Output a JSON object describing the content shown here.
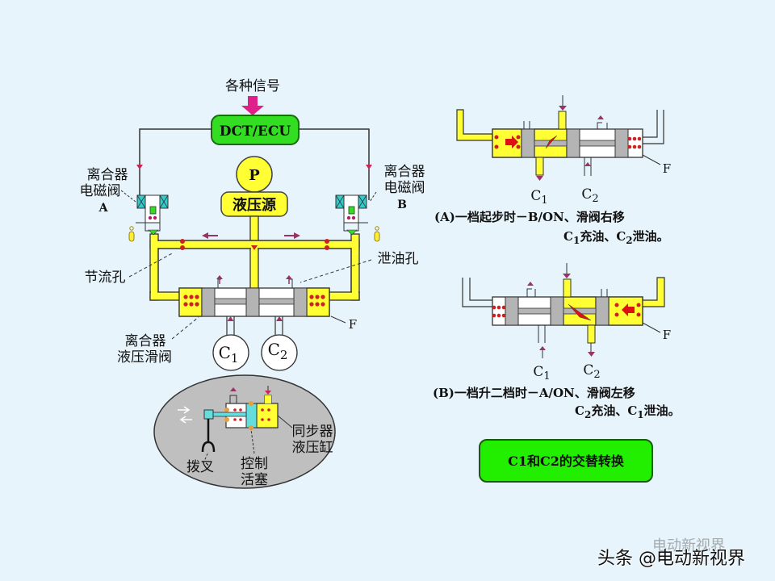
{
  "left_diagram": {
    "signals_label": "各种信号",
    "ecu_label": "DCT/ECU",
    "pump_label": "P",
    "hydraulic_source_label": "液压源",
    "solenoid_a": {
      "line1": "离合器",
      "line2": "电磁阀",
      "tag": "A"
    },
    "solenoid_b": {
      "line1": "离合器",
      "line2": "电磁阀",
      "tag": "B"
    },
    "throttle_hole_label": "节流孔",
    "drain_hole_label": "泄油孔",
    "spring_label": "F",
    "spool_valve": {
      "line1": "离合器",
      "line2": "液压滑阀"
    },
    "clutch1": {
      "base": "C",
      "sub": "1"
    },
    "clutch2": {
      "base": "C",
      "sub": "2"
    },
    "synchronizer": {
      "fork_label": "拨叉",
      "piston": {
        "line1": "控制",
        "line2": "活塞"
      },
      "cylinder": {
        "line1": "同步器",
        "line2": "液压缸"
      }
    }
  },
  "panel_a": {
    "spring_label": "F",
    "clutch1": {
      "base": "C",
      "sub": "1"
    },
    "clutch2": {
      "base": "C",
      "sub": "2"
    },
    "caption_line1": "(A)一档起步时－B/ON、滑阀右移",
    "caption_line2": {
      "c1": "C",
      "c1_sub": "1",
      "t1": "充油、",
      "c2": "C",
      "c2_sub": "2",
      "t2": "泄油。"
    }
  },
  "panel_b": {
    "spring_label": "F",
    "clutch1": {
      "base": "C",
      "sub": "1"
    },
    "clutch2": {
      "base": "C",
      "sub": "2"
    },
    "caption_line1": "(B)一档升二档时－A/ON、滑阀左移",
    "caption_line2": {
      "c2": "C",
      "c2_sub": "2",
      "t1": "充油、",
      "c1": "C",
      "c1_sub": "1",
      "t2": "泄油。"
    }
  },
  "summary_box_label": "C1和C2的交替转换",
  "watermark": {
    "text": "头条 @电动新视界",
    "ghost": "电动新视界"
  },
  "colors": {
    "background": "#e7f4fb",
    "oil_yellow": "#ffff33",
    "ecu_green": "#33dd22",
    "summary_green": "#22ee00",
    "piston_gray": "#b4b4b4",
    "arrow_magenta": "#993366",
    "signal_arrow": "#e0208a",
    "coil_cyan": "#33cccc",
    "dot_red": "#cc2222"
  }
}
